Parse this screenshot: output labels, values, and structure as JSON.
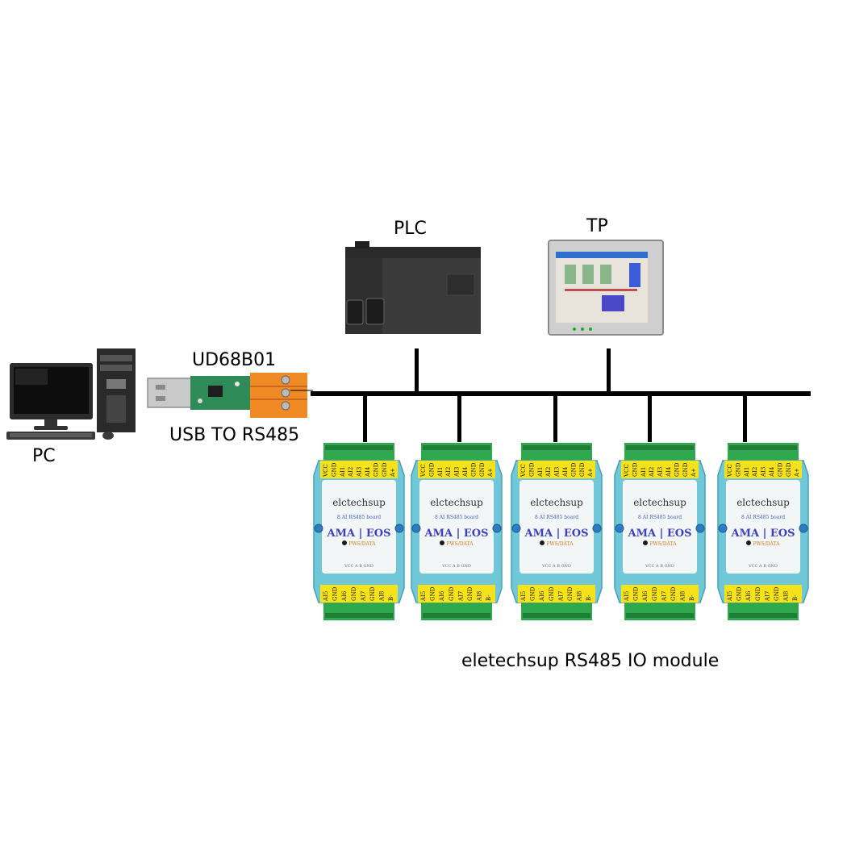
{
  "labels": {
    "pc": "PC",
    "converter_model": "UD68B01",
    "converter_desc": "USB TO RS485",
    "plc": "PLC",
    "tp": "TP",
    "modules_caption": "eletechsup RS485 IO module"
  },
  "module": {
    "brand": "elctechsup",
    "model": "AMA | EOS",
    "subtitle": "8 AI RS485 board",
    "led_label": "PWS/DATA",
    "bottom_small": "VCC  A  B  GND",
    "top_pins": [
      "VCC",
      "GND",
      "AI1",
      "AI2",
      "AI3",
      "AI4",
      "GND",
      "GND",
      "A+"
    ],
    "bottom_pins": [
      "AI5",
      "GND",
      "AI6",
      "GND",
      "AI7",
      "GND",
      "AI8",
      "B-"
    ]
  },
  "modules": [
    {
      "id": 1
    },
    {
      "id": 2
    },
    {
      "id": 3
    },
    {
      "id": 4
    },
    {
      "id": 5
    }
  ],
  "colors": {
    "bus": "#000000",
    "module_body": "#6fc7d8",
    "module_face": "#f2f6f7",
    "terminal": "#2fa84f",
    "pin_label": "#f6e21a",
    "converter_plug": "#f08a24",
    "converter_pcb": "#2e8b57",
    "module_model": "#3f3fbf",
    "led": "#1a1a1a"
  }
}
